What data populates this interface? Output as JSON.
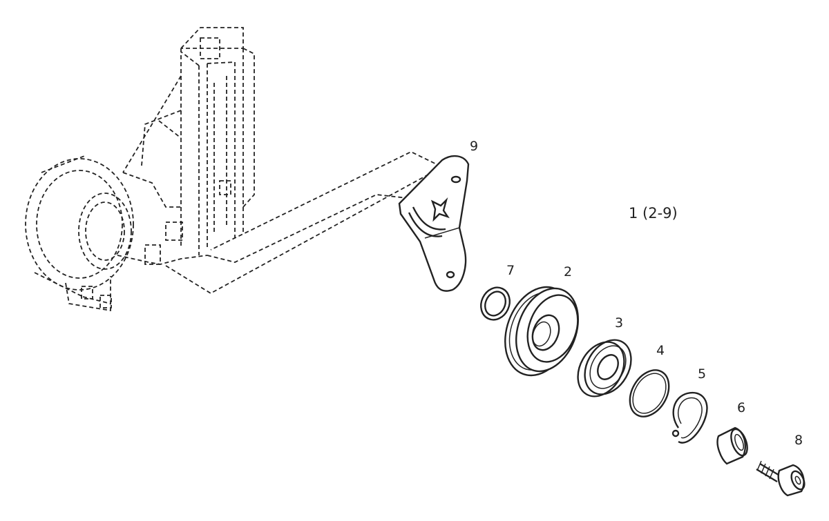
{
  "diagram": {
    "assembly_label": "1 (2-9)",
    "callouts": [
      {
        "id": "callout-9",
        "text": "9"
      },
      {
        "id": "callout-7",
        "text": "7"
      },
      {
        "id": "callout-2",
        "text": "2"
      },
      {
        "id": "callout-3",
        "text": "3"
      },
      {
        "id": "callout-4",
        "text": "4"
      },
      {
        "id": "callout-5",
        "text": "5"
      },
      {
        "id": "callout-6",
        "text": "6"
      },
      {
        "id": "callout-8",
        "text": "8"
      }
    ]
  }
}
